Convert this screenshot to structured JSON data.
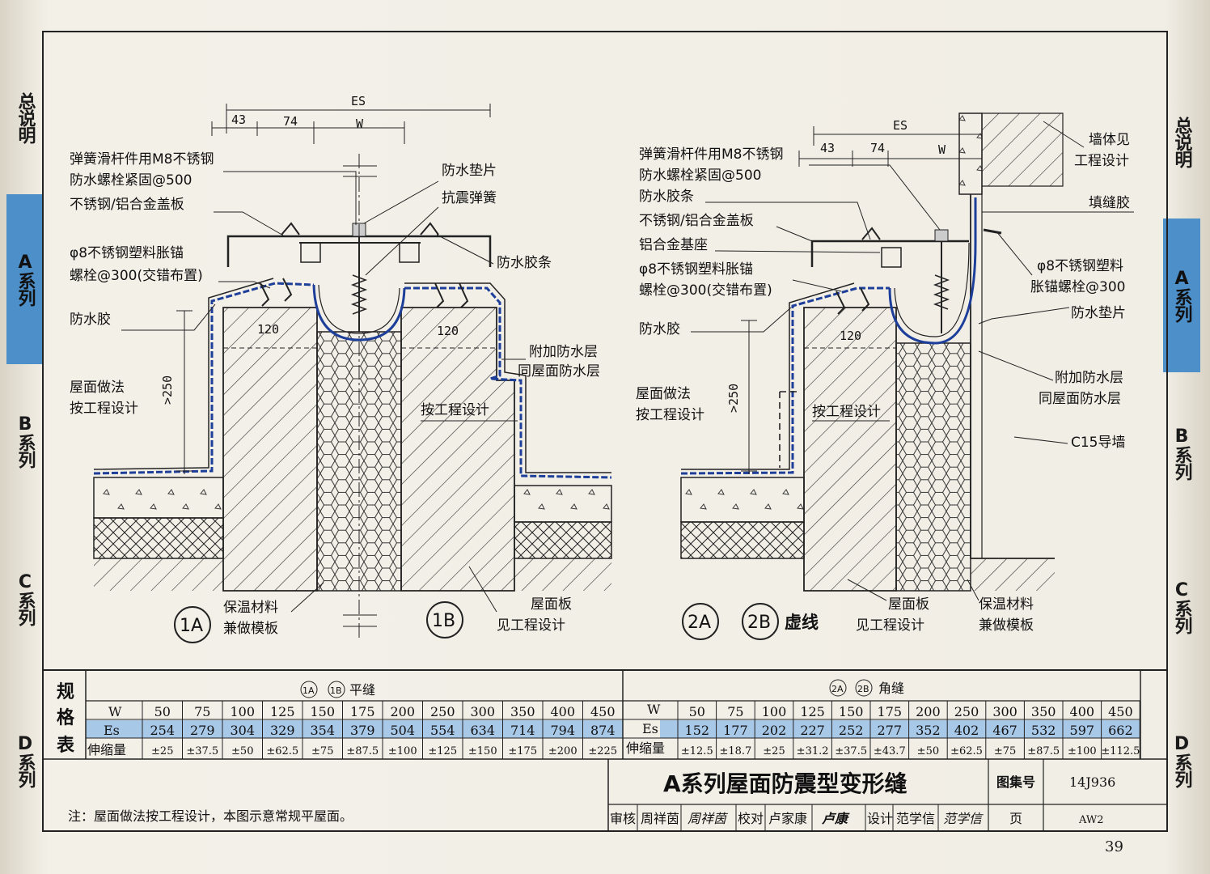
{
  "side_tabs_left": [
    "总说明",
    "A系列",
    "B系列",
    "C系列",
    "D系列"
  ],
  "side_tabs_right": [
    "总说明",
    "A系列",
    "B系列",
    "C系列",
    "D系列"
  ],
  "active_tab": "A系列",
  "diagram_left": {
    "dims": {
      "es": "ES",
      "w": "W",
      "d43": "43",
      "d74": "74",
      "d120a": "120",
      "d120b": "120",
      "h250": ">250"
    },
    "labels": {
      "bolt1": "弹簧滑杆件用M8不锈钢",
      "bolt2": "防水螺栓紧固@500",
      "cover": "不锈钢/铝合金盖板",
      "anchor1": "φ8不锈钢塑料胀锚",
      "anchor2": "螺栓@300(交错布置)",
      "sealant": "防水胶",
      "roof1": "屋面做法",
      "roof2": "按工程设计",
      "washer": "防水垫片",
      "spring": "抗震弹簧",
      "strip": "防水胶条",
      "extra1": "附加防水层",
      "extra2": "同屋面防水层",
      "design": "按工程设计",
      "insul1": "保温材料",
      "insul2": "兼做模板",
      "slab1": "屋面板",
      "slab2": "见工程设计",
      "tag_1a": "1A",
      "tag_1b": "1B"
    }
  },
  "diagram_right": {
    "dims": {
      "es": "ES",
      "w": "W",
      "d43": "43",
      "d74": "74",
      "d120": "120",
      "h250": ">250"
    },
    "labels": {
      "bolt1": "弹簧滑杆件用M8不锈钢",
      "bolt2": "防水螺栓紧固@500",
      "strip": "防水胶条",
      "cover": "不锈钢/铝合金盖板",
      "base": "铝合金基座",
      "anchor1": "φ8不锈钢塑料胀锚",
      "anchor2": "螺栓@300(交错布置)",
      "sealant": "防水胶",
      "roof1": "屋面做法",
      "roof2": "按工程设计",
      "design": "按工程设计",
      "wall1": "墙体见",
      "wall2": "工程设计",
      "filler": "填缝胶",
      "ranchor1": "φ8不锈钢塑料",
      "ranchor2": "胀锚螺栓@300",
      "washer": "防水垫片",
      "extra1": "附加防水层",
      "extra2": "同屋面防水层",
      "guide": "C15导墙",
      "slab1": "屋面板",
      "slab2": "见工程设计",
      "insul1": "保温材料",
      "insul2": "兼做模板",
      "tag_2a": "2A",
      "tag_2b": "2B",
      "dashed": "虚线"
    }
  },
  "spec_table": {
    "title_chars": [
      "规",
      "格",
      "表"
    ],
    "left_header": "平缝",
    "left_header_tags": [
      "1A",
      "1B"
    ],
    "right_header": "角缝",
    "right_header_tags": [
      "2A",
      "2B"
    ],
    "row_labels": [
      "W",
      "Es",
      "伸缩量"
    ],
    "left": {
      "W": [
        "50",
        "75",
        "100",
        "125",
        "150",
        "175",
        "200",
        "250",
        "300",
        "350",
        "400",
        "450"
      ],
      "Es": [
        "254",
        "279",
        "304",
        "329",
        "354",
        "379",
        "504",
        "554",
        "634",
        "714",
        "794",
        "874"
      ],
      "stretch": [
        "±25",
        "±37.5",
        "±50",
        "±62.5",
        "±75",
        "±87.5",
        "±100",
        "±125",
        "±150",
        "±175",
        "±200",
        "±225"
      ]
    },
    "right": {
      "W": [
        "50",
        "75",
        "100",
        "125",
        "150",
        "175",
        "200",
        "250",
        "300",
        "350",
        "400",
        "450"
      ],
      "Es": [
        "152",
        "177",
        "202",
        "227",
        "252",
        "277",
        "352",
        "402",
        "467",
        "532",
        "597",
        "662"
      ],
      "stretch": [
        "±12.5",
        "±18.7",
        "±25",
        "±31.2",
        "±37.5",
        "±43.7",
        "±50",
        "±62.5",
        "±75",
        "±87.5",
        "±100",
        "±112.5"
      ]
    }
  },
  "title_block": {
    "title": "A系列屋面防震型变形缝",
    "atlas_label": "图集号",
    "atlas_no": "14J936",
    "review_label": "审核",
    "reviewer": "周祥茵",
    "reviewer_sign": "周祥茵",
    "check_label": "校对",
    "checker": "卢家康",
    "checker_sign": "卢康",
    "design_label": "设计",
    "designer": "范学信",
    "designer_sign": "范学信",
    "page_label": "页",
    "page_code": "AW2"
  },
  "note": "注：屋面做法按工程设计，本图示意常规平屋面。",
  "page_number": "39",
  "colors": {
    "accent_tab": "#4d8fc9",
    "table_band": "#a8c8e8",
    "membrane": "#1d3f9a"
  }
}
